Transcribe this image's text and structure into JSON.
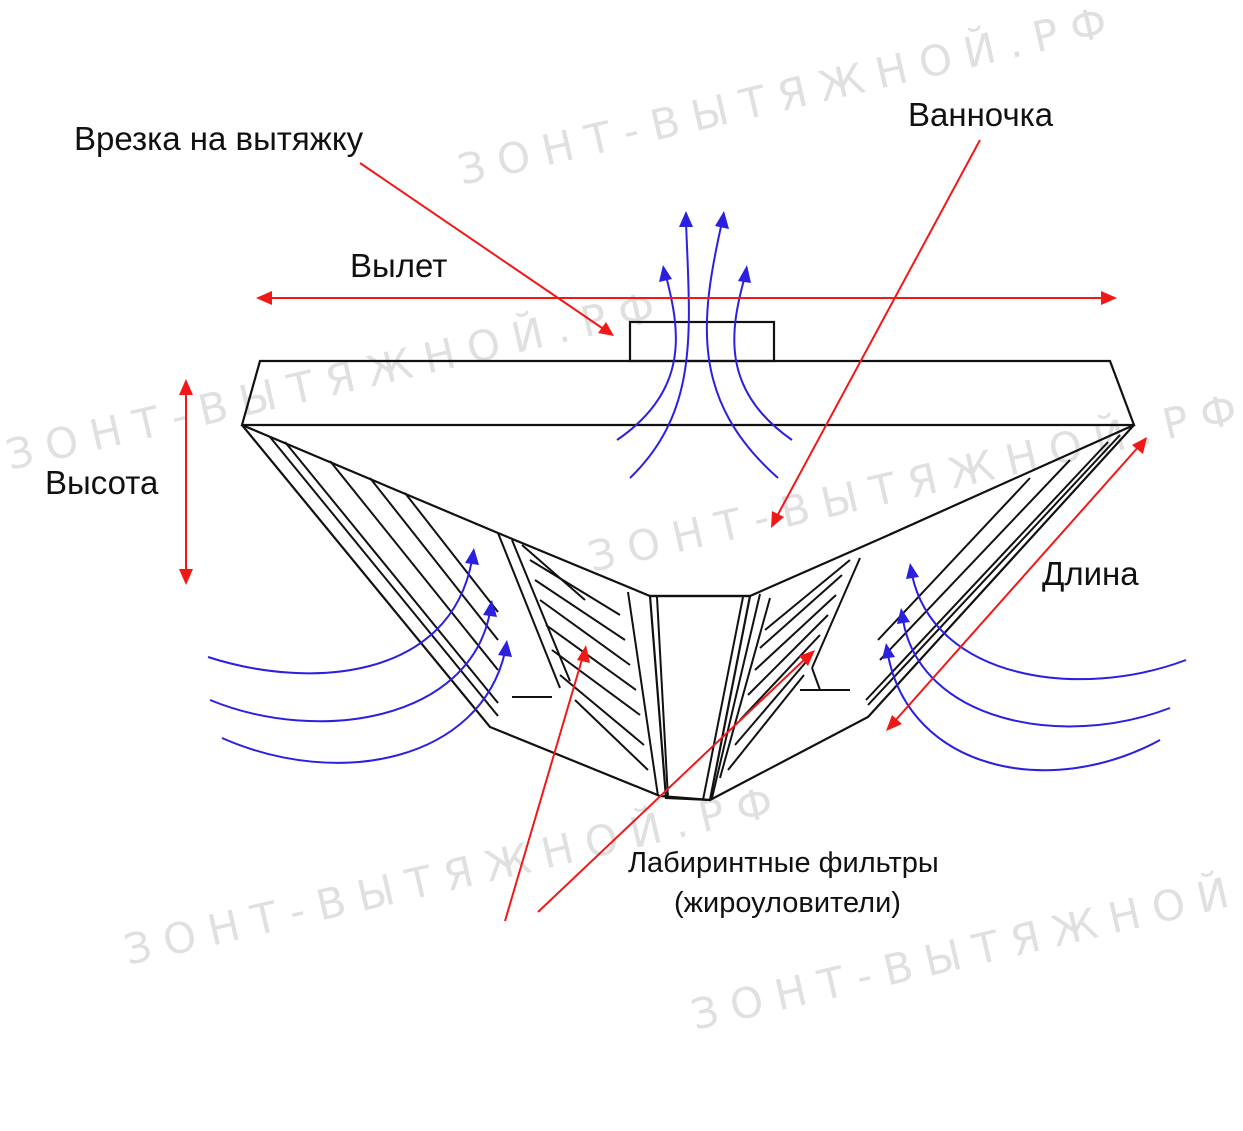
{
  "labels": {
    "connection": "Врезка на вытяжку",
    "tray": "Ванночка",
    "overhang": "Вылет",
    "height": "Высота",
    "length": "Длина",
    "filters_line1": "Лабиринтные фильтры",
    "filters_line2": "(жироуловители)"
  },
  "watermark": "ЗОНТ-ВЫТЯЖНОЙ.РФ",
  "colors": {
    "outline": "#111111",
    "dimension_arrows": "#f21818",
    "airflow_arrows": "#2b1fe0",
    "watermark": "#d6d6d6"
  }
}
